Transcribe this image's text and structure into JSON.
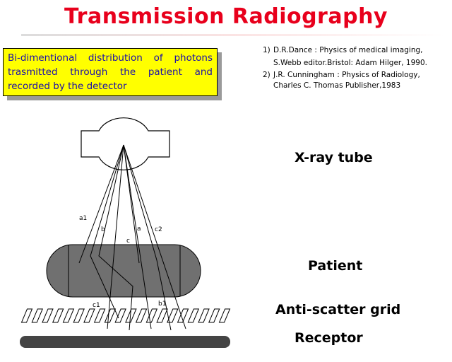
{
  "title": "Transmission Radiography",
  "definition": "Bi-dimentional distribution of photons trasmitted through the patient and recorded by the detector",
  "references": [
    {
      "num": "1)",
      "line1": "D.R.Dance :  Physics of medical imaging,",
      "line2": "S.Webb editor.Bristol: Adam Hilger, 1990."
    },
    {
      "num": "2)",
      "line1": "J.R. Cunningham : Physics of Radiology,",
      "line2": "Charles C. Thomas Publisher,1983"
    }
  ],
  "labels": {
    "xray_tube": "X-ray tube",
    "patient": "Patient",
    "grid": "Anti-scatter grid",
    "receptor": "Receptor"
  },
  "ray_labels": {
    "a1": "a1",
    "b": "b",
    "c": "c",
    "a": "a",
    "c2": "c2",
    "c1": "c1",
    "b1": "b1"
  },
  "colors": {
    "title": "#e8001c",
    "definition_box": "#ffff00",
    "definition_text": "#1a0dab",
    "patient_body": "#707070",
    "receptor": "#444444"
  }
}
